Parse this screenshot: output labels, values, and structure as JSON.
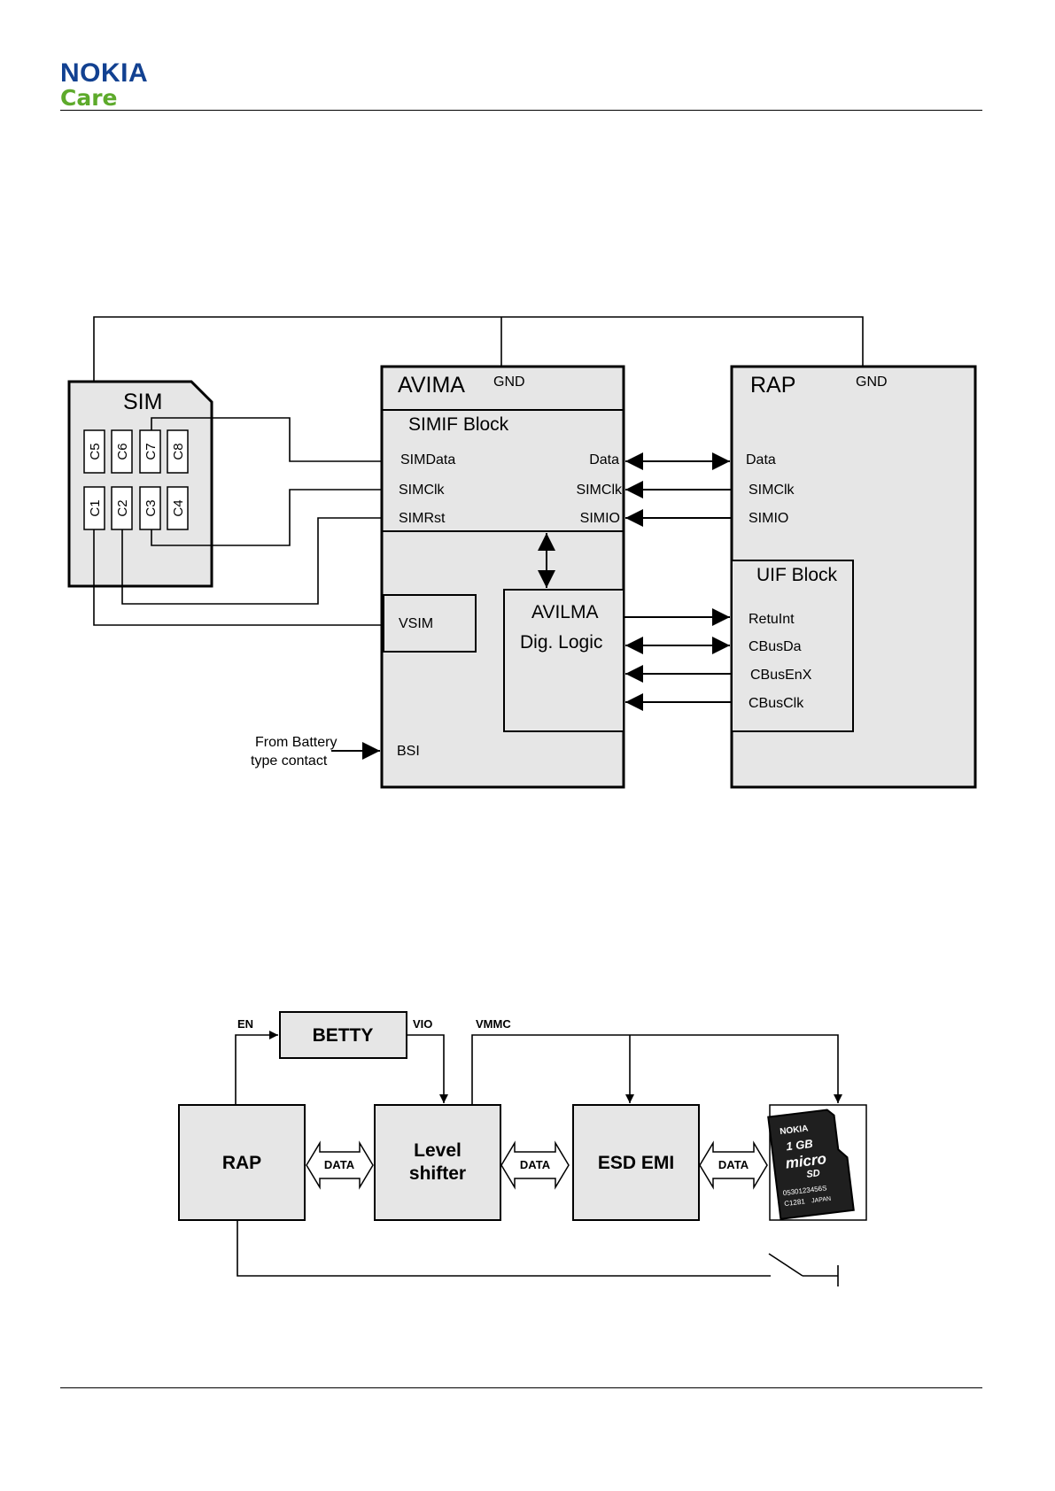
{
  "header": {
    "brand": "NOKIA",
    "sub_brand": "Care"
  },
  "colors": {
    "brand_blue": "#124191",
    "brand_green": "#5daa2b",
    "block_fill": "#e6e6e6"
  },
  "sim_diagram": {
    "sim": {
      "title": "SIM",
      "pins_top": [
        "C5",
        "C6",
        "C7",
        "C8"
      ],
      "pins_bottom": [
        "C1",
        "C2",
        "C3",
        "C4"
      ]
    },
    "avima": {
      "title": "AVIMA",
      "gnd": "GND",
      "simif_title": "SIMIF Block",
      "left_signals": [
        "SIMData",
        "SIMClk",
        "SIMRst"
      ],
      "right_signals": [
        "Data",
        "SIMClk",
        "SIMIO"
      ],
      "vsim": "VSIM",
      "bsi": "BSI"
    },
    "avilma": {
      "line1": "AVILMA",
      "line2": "Dig. Logic"
    },
    "rap": {
      "title": "RAP",
      "gnd": "GND",
      "signals": [
        "Data",
        "SIMClk",
        "SIMIO"
      ]
    },
    "uif": {
      "title": "UIF Block",
      "signals": [
        "RetuInt",
        "CBusDa",
        "CBusEnX",
        "CBusClk"
      ]
    },
    "battery_label": {
      "line1": "From Battery",
      "line2": "type contact"
    }
  },
  "mmc_diagram": {
    "rap": "RAP",
    "betty": "BETTY",
    "level_shifter": {
      "line1": "Level",
      "line2": "shifter"
    },
    "esd_emi": "ESD EMI",
    "labels": {
      "en": "EN",
      "vio": "VIO",
      "vmmc": "VMMC",
      "data": "DATA"
    },
    "card": {
      "brand": "NOKIA",
      "capacity": "1 GB",
      "type_line1": "micro",
      "type_line2": "SD",
      "serial": "0530123456S",
      "code": "C1281",
      "origin": "JAPAN"
    }
  }
}
